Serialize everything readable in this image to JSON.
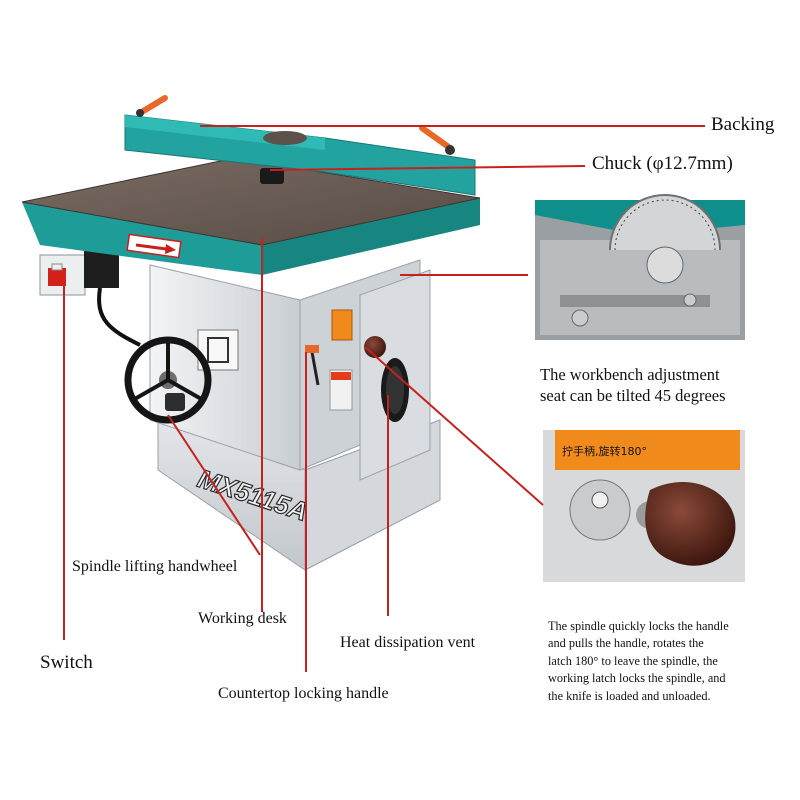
{
  "labels": {
    "backing": "Backing",
    "chuck": "Chuck (φ12.7mm)",
    "tilt_note": "The workbench adjustment\nseat can be tilted 45 degrees",
    "spindle_handwheel": "Spindle lifting handwheel",
    "working_desk": "Working desk",
    "switch": "Switch",
    "heat_vent": "Heat dissipation vent",
    "countertop_handle": "Countertop locking handle",
    "spindle_lock_note": "The spindle quickly locks the handle\nand pulls the handle, rotates the\nlatch 180° to leave the spindle, the\nworking latch locks the spindle, and\nthe knife is loaded and unloaded."
  },
  "machine": {
    "model_text": "MX5115A",
    "caution_text": "拧手柄,旋转180°"
  },
  "colors": {
    "table_teal": "#1e9c98",
    "table_top": "#6b5f58",
    "body_white": "#e8ecef",
    "leader_red": "#c8201e",
    "knob_brown": "#4a1f14",
    "warning_orange": "#f08a1a",
    "handle_orange": "#e8682a"
  }
}
